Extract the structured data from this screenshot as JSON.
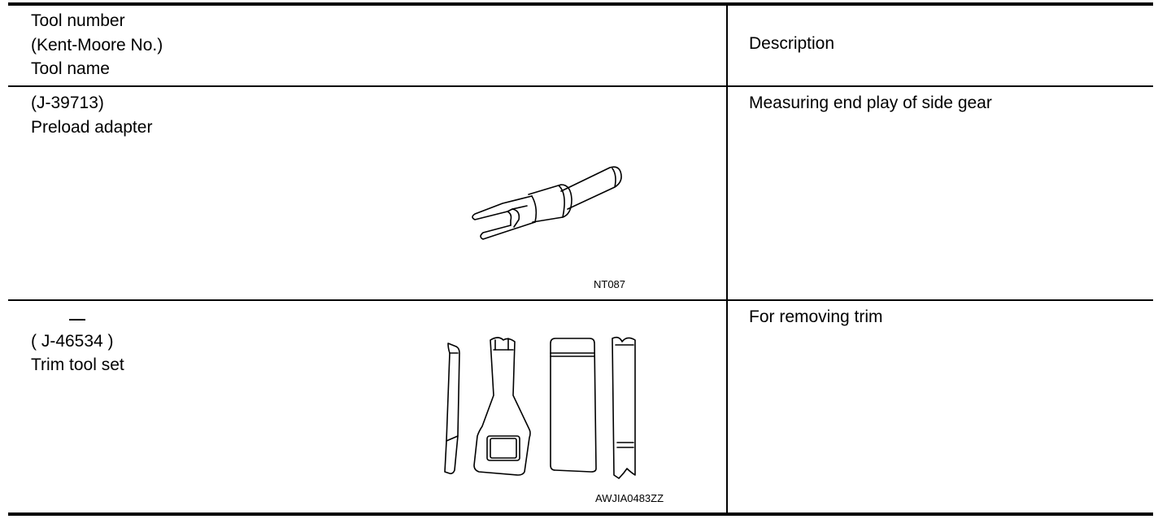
{
  "header": {
    "left_lines": [
      "Tool number",
      "(Kent-Moore No.)",
      "Tool name"
    ],
    "right": "Description"
  },
  "rows": [
    {
      "lines": [
        "(J-39713)",
        "Preload adapter"
      ],
      "description": "Measuring end play of side gear",
      "figure_code": "NT087",
      "figure_icon": "preload-adapter-drawing"
    },
    {
      "dash": "—",
      "lines": [
        "( J-46534 )",
        "Trim tool set"
      ],
      "description": "For removing trim",
      "figure_code": "AWJIA0483ZZ",
      "figure_icon": "trim-tool-set-drawing"
    }
  ]
}
